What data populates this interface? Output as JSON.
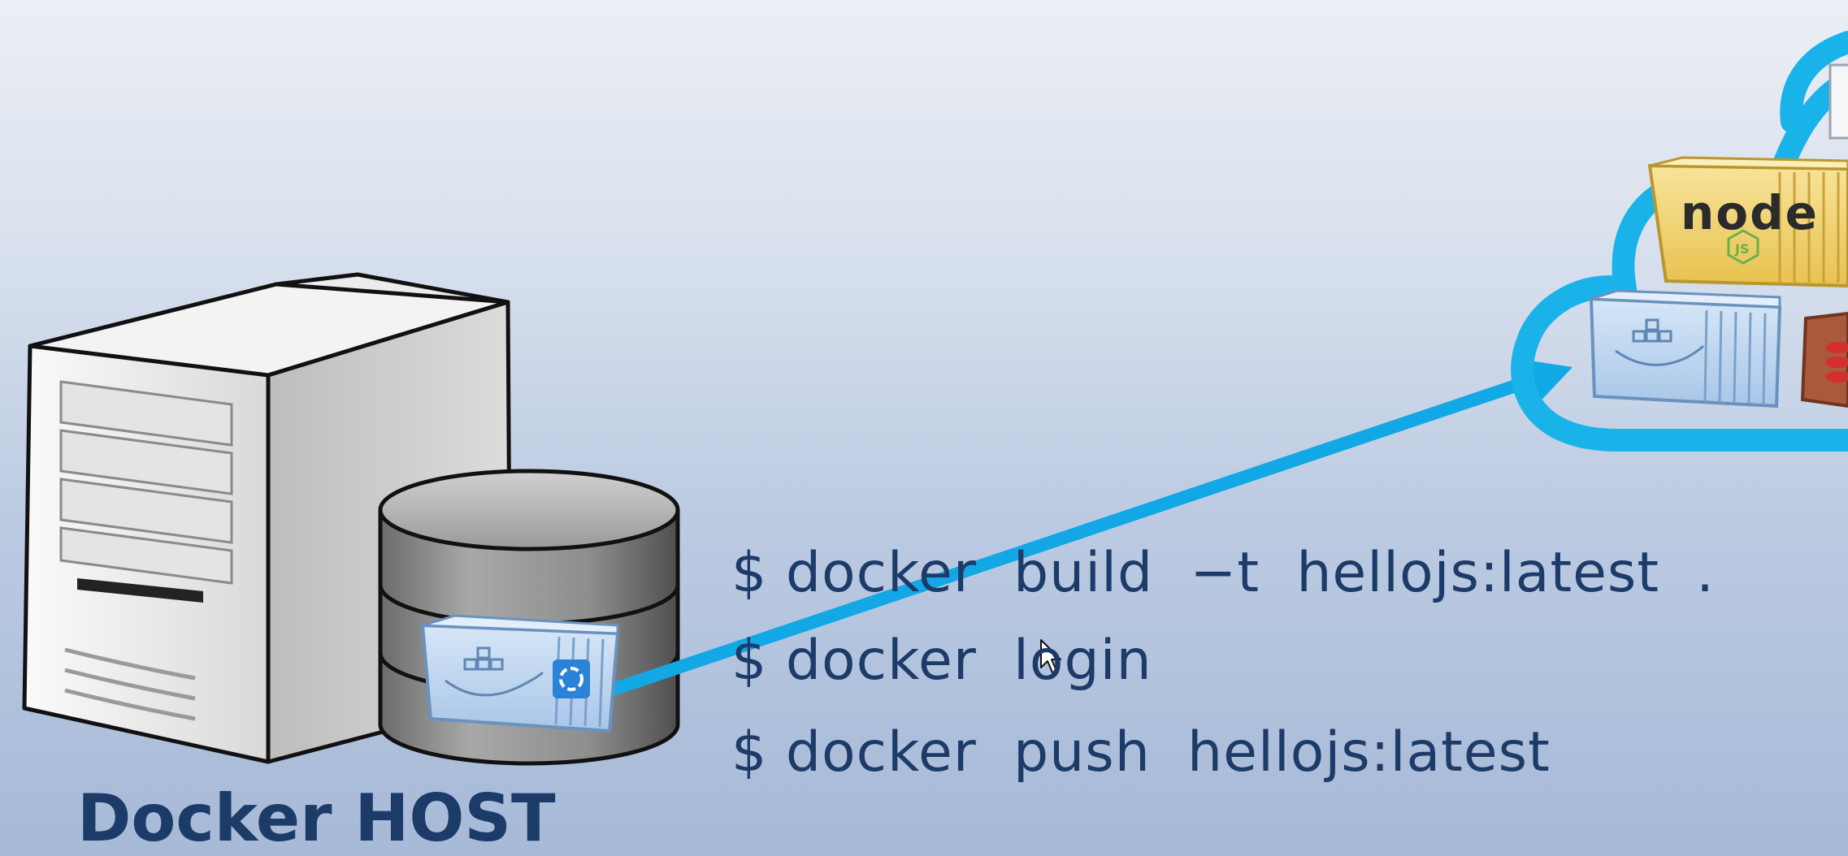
{
  "host": {
    "label": "Docker HOST"
  },
  "commands": [
    "$ docker  build  −t  hellojs:latest  .",
    "$ docker  login",
    "$ docker  push  hellojs:latest"
  ],
  "cloud": {
    "node_logo_text": "node",
    "node_badge_text": "JS"
  },
  "colors": {
    "text": "#1c3b68",
    "arrow": "#12a8e6",
    "cloud": "#19b3ea",
    "container_blue": "#b9d4f0",
    "container_yellow": "#f2d36a",
    "container_brown": "#a85a3a"
  },
  "icons": {
    "server": "server-tower-icon",
    "database": "database-icon",
    "container": "docker-container-icon",
    "cloud": "cloud-icon",
    "cursor": "mouse-pointer-icon"
  }
}
